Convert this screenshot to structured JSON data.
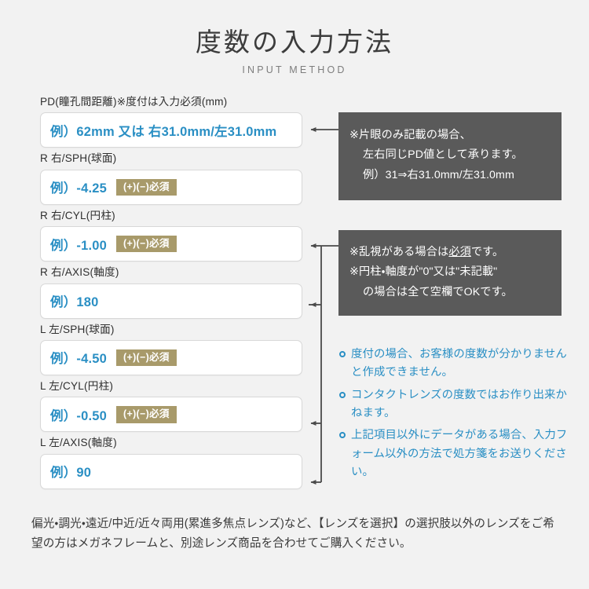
{
  "header": {
    "title_ja": "度数の入力方法",
    "title_en": "INPUT METHOD"
  },
  "colors": {
    "page_background": "#f2f2f2",
    "field_value_blue": "#2a8fc4",
    "required_badge_bg": "#a89a6a",
    "callout_bg": "#5a5a5a",
    "field_border": "#d8d8d8",
    "connector_line": "#4a4a4a"
  },
  "form": {
    "fields": [
      {
        "id": "pd",
        "label": "PD(瞳孔間距離)※度付は入力必須(mm)",
        "value": "例）62mm 又は 右31.0mm/左31.0mm",
        "badge": null
      },
      {
        "id": "r-sph",
        "label": "R 右/SPH(球面)",
        "value": "例）-4.25",
        "badge": "(+)(−)必須"
      },
      {
        "id": "r-cyl",
        "label": "R 右/CYL(円柱)",
        "value": "例）-1.00",
        "badge": "(+)(−)必須"
      },
      {
        "id": "r-axis",
        "label": "R 右/AXIS(軸度)",
        "value": "例）180",
        "badge": null
      },
      {
        "id": "l-sph",
        "label": "L 左/SPH(球面)",
        "value": "例）-4.50",
        "badge": "(+)(−)必須"
      },
      {
        "id": "l-cyl",
        "label": "L 左/CYL(円柱)",
        "value": "例）-0.50",
        "badge": "(+)(−)必須"
      },
      {
        "id": "l-axis",
        "label": "L 左/AXIS(軸度)",
        "value": "例）90",
        "badge": null
      }
    ]
  },
  "callouts": {
    "pd": {
      "lines": [
        "※片眼のみ記載の場合、",
        "左右同じPD値として承ります。",
        "例）31⇒右31.0mm/左31.0mm"
      ]
    },
    "cyl": {
      "line1_before": "※乱視がある場合は",
      "line1_underlined": "必須",
      "line1_after": "です。",
      "line2": "※円柱・軸度が\"0\"又は\"未記載\"",
      "line3": "の場合は全て空欄でOKです。"
    }
  },
  "notes": [
    "度付の場合、お客様の度数が分かりませんと作成できません。",
    "コンタクトレンズの度数ではお作り出来かねます。",
    "上記項目以外にデータがある場合、入力フォーム以外の方法で処方箋をお送りください。"
  ],
  "bottom_note": "偏光・調光・遠近/中近/近々両用(累進多焦点レンズ)など、【レンズを選択】の選択肢以外のレンズをご希望の方はメガネフレームと、別途レンズ商品を合わせてご購入ください。"
}
